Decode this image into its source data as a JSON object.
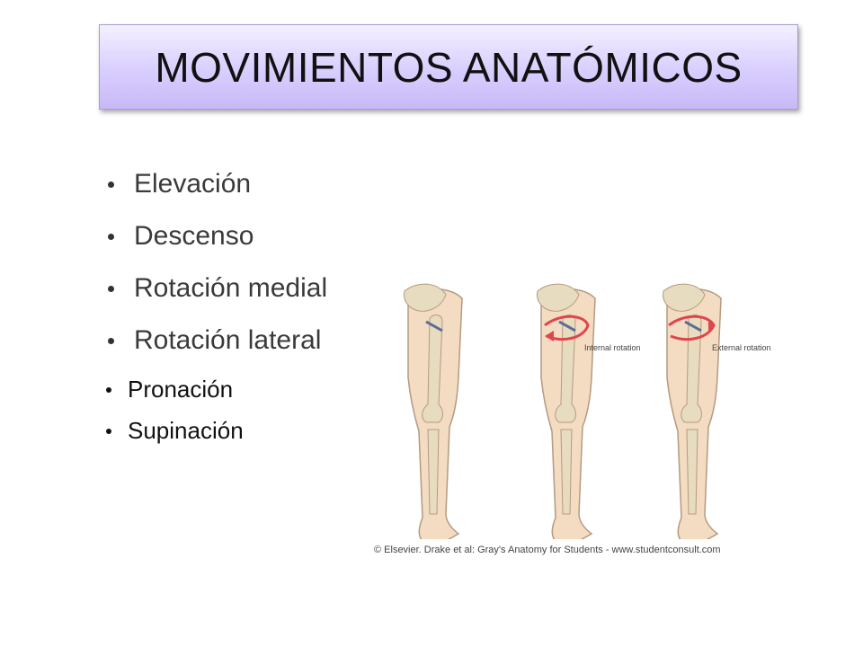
{
  "title": "MOVIMIENTOS ANATÓMICOS",
  "bullets_main": [
    "Elevación",
    "Descenso",
    "Rotación medial",
    "Rotación lateral"
  ],
  "bullets_extra": [
    "Pronación",
    "Supinación"
  ],
  "figure": {
    "labels": {
      "internal": "Internal rotation",
      "external": "External rotation"
    },
    "credit": "© Elsevier. Drake et al: Gray's Anatomy for Students - www.studentconsult.com",
    "colors": {
      "skin": "#f3dcc2",
      "bone": "#e7dcc0",
      "outline": "#b49a80",
      "arrow": "#e0454b"
    }
  }
}
